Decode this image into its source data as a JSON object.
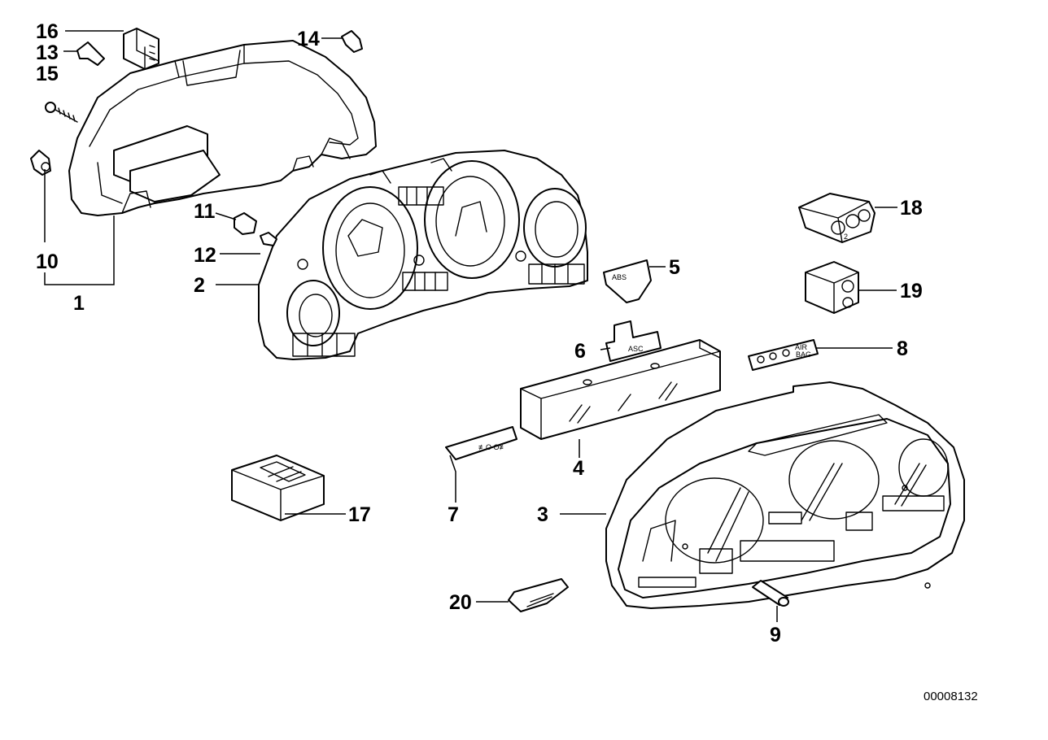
{
  "callouts": {
    "c1": "1",
    "c2": "2",
    "c3": "3",
    "c4": "4",
    "c5": "5",
    "c6": "6",
    "c7": "7",
    "c8": "8",
    "c9": "9",
    "c10": "10",
    "c11": "11",
    "c12": "12",
    "c13": "13",
    "c14": "14",
    "c15": "15",
    "c16": "16",
    "c17": "17",
    "c18": "18",
    "c19": "19",
    "c20": "20"
  },
  "part_markings": {
    "airbag_line1": "AIR",
    "airbag_line2": "BAG",
    "brake_pad_symbol": "ABS",
    "warning_symbols_6": "ASC",
    "fog_symbols_7": "≢O O≢",
    "socket_number_18": "2"
  },
  "reference_code": "00008132"
}
